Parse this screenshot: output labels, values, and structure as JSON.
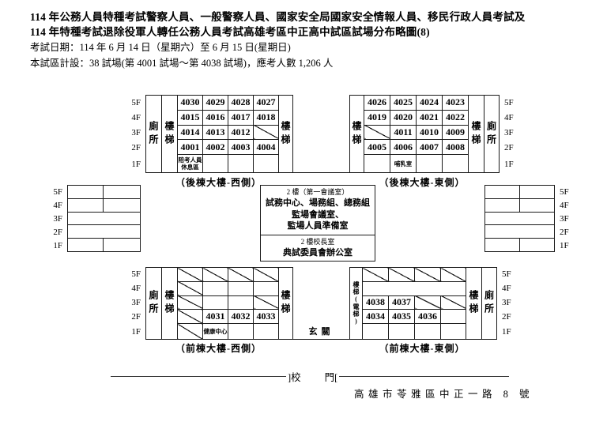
{
  "header": {
    "title_line1": "114 年公務人員特種考試警察人員、一般警察人員、國家安全局國家安全情報人員、移民行政人員考試及",
    "title_line2": "114 年特種考試退除役軍人轉任公務人員考試高雄考區中正高中試區試場分布略圖(8)",
    "exam_date": "考試日期：114 年 6 月 14 日（星期六）至 6 月 15 日(星期日)",
    "site_info": "本試區計設：38 試場(第 4001 試場～第 4038 試場)，應考人數 1,206 人"
  },
  "floors": [
    "5F",
    "4F",
    "3F",
    "2F",
    "1F"
  ],
  "labels": {
    "toilet": "廁所",
    "stair": "樓梯",
    "stair_elevator": "樓梯(電梯)",
    "entrance_hall": "玄關",
    "gate_left": "]校",
    "gate_right": "門[",
    "address": "高雄市苓雅區中正一路 8 號"
  },
  "rear_west": {
    "caption": "（後棟大樓-西側）",
    "rooms": [
      [
        "4030",
        "4029",
        "4028",
        "4027"
      ],
      [
        "4015",
        "4016",
        "4017",
        "4018"
      ],
      [
        "4014",
        "4013",
        "4012"
      ],
      [
        "4001",
        "4002",
        "4003",
        "4004"
      ]
    ],
    "f1_note_line1": "陪考人員",
    "f1_note_line2": "休息區"
  },
  "rear_east": {
    "caption": "（後棟大樓-東側）",
    "rooms": [
      [
        "4026",
        "4025",
        "4024",
        "4023"
      ],
      [
        "4019",
        "4020",
        "4021",
        "4022"
      ],
      [
        "",
        "4011",
        "4010",
        "4009"
      ],
      [
        "4005",
        "4006",
        "4007",
        "4008"
      ]
    ],
    "f1_note": "哺乳室"
  },
  "front_west": {
    "caption": "（前棟大樓-西側）",
    "rooms_2f": [
      "4031",
      "4032",
      "4033"
    ],
    "f1_note": "健康中心"
  },
  "front_east": {
    "caption": "（前棟大樓-東側）",
    "rooms_3f": [
      "4038",
      "4037"
    ],
    "rooms_2f": [
      "4034",
      "4035",
      "4036"
    ]
  },
  "admin_box": {
    "meeting_header": "2 樓（第一會議室）",
    "meeting_line1": "試務中心、場務組、總務組",
    "meeting_line2": "監場會議室、",
    "meeting_line3": "監場人員準備室",
    "principal_header": "2 樓校長室",
    "principal_line": "典試委員會辦公室"
  }
}
